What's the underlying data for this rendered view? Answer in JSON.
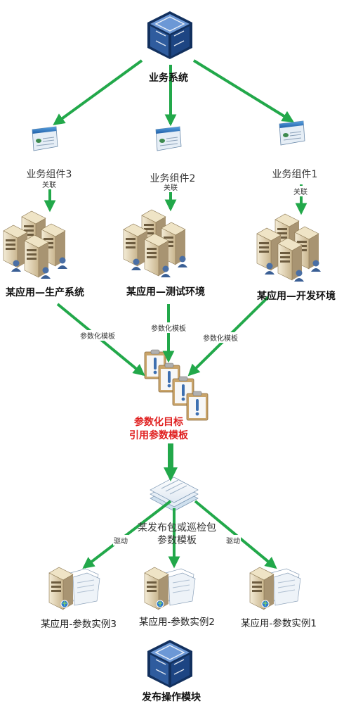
{
  "nodes": {
    "top_system": "业务系统",
    "components": [
      "业务组件3",
      "业务组件2",
      "业务组件1"
    ],
    "apps": [
      "某应用—生产系统",
      "某应用—测试环境",
      "某应用—开发环境"
    ],
    "target_line1": "参数化目标",
    "target_line2": "引用参数模板",
    "package_line1": "某发布包或巡检包",
    "package_line2": "参数模板",
    "instances": [
      "某应用-参数实例3",
      "某应用-参数实例2",
      "某应用-参数实例1"
    ],
    "bottom_module": "发布操作模块"
  },
  "edge_labels": {
    "relation": "关联",
    "param_template": "参数化模板",
    "drive": "驱动"
  },
  "colors": {
    "arrow": "#22a84a",
    "highlight_text": "#e02020",
    "cube_dark": "#12305e",
    "cube_light": "#4f7fbf"
  },
  "icons": [
    "cube-icon",
    "window-icon",
    "server-cluster-icon",
    "clipboard-icon",
    "documents-icon",
    "server-document-icon"
  ]
}
